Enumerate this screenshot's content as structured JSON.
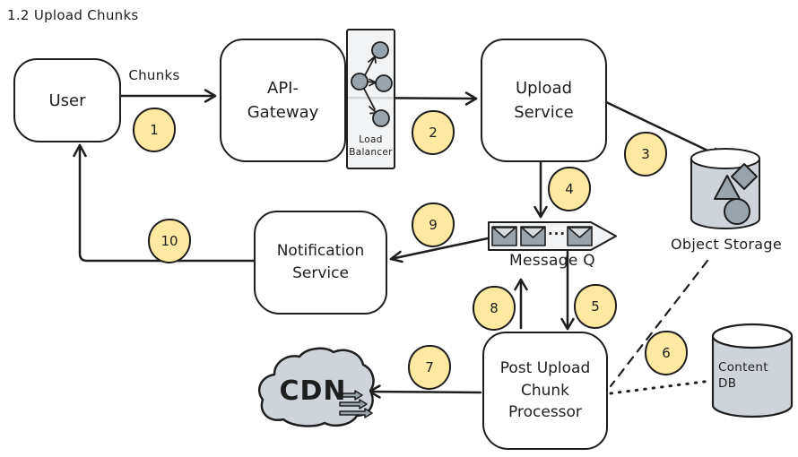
{
  "title": "1.2 Upload Chunks",
  "colors": {
    "stroke": "#1e1e1e",
    "badge_fill": "#ffe9a0",
    "shape_fill_light_gray": "#ced4da",
    "panel_fill": "#f0f1f2",
    "queue_fill": "#f1f3f5",
    "icon_gray": "#99a3ac",
    "background": "#ffffff"
  },
  "nodes": {
    "user": {
      "label": "User"
    },
    "api_gateway": {
      "label": "API-Gateway"
    },
    "load_balancer": {
      "label": "Load Balancer"
    },
    "upload_service": {
      "label": "Upload Service"
    },
    "object_storage": {
      "label": "Object Storage"
    },
    "message_q": {
      "label": "Message Q",
      "ellipsis": "···"
    },
    "notification_service": {
      "label": "Notification Service"
    },
    "post_upload_chunk_processor": {
      "label": "Post Upload Chunk Processor"
    },
    "cdn": {
      "label": "CDN"
    },
    "content_db": {
      "label": "Content DB"
    }
  },
  "edge_labels": {
    "chunks": "Chunks"
  },
  "badges": [
    "1",
    "2",
    "3",
    "4",
    "5",
    "6",
    "7",
    "8",
    "9",
    "10"
  ]
}
